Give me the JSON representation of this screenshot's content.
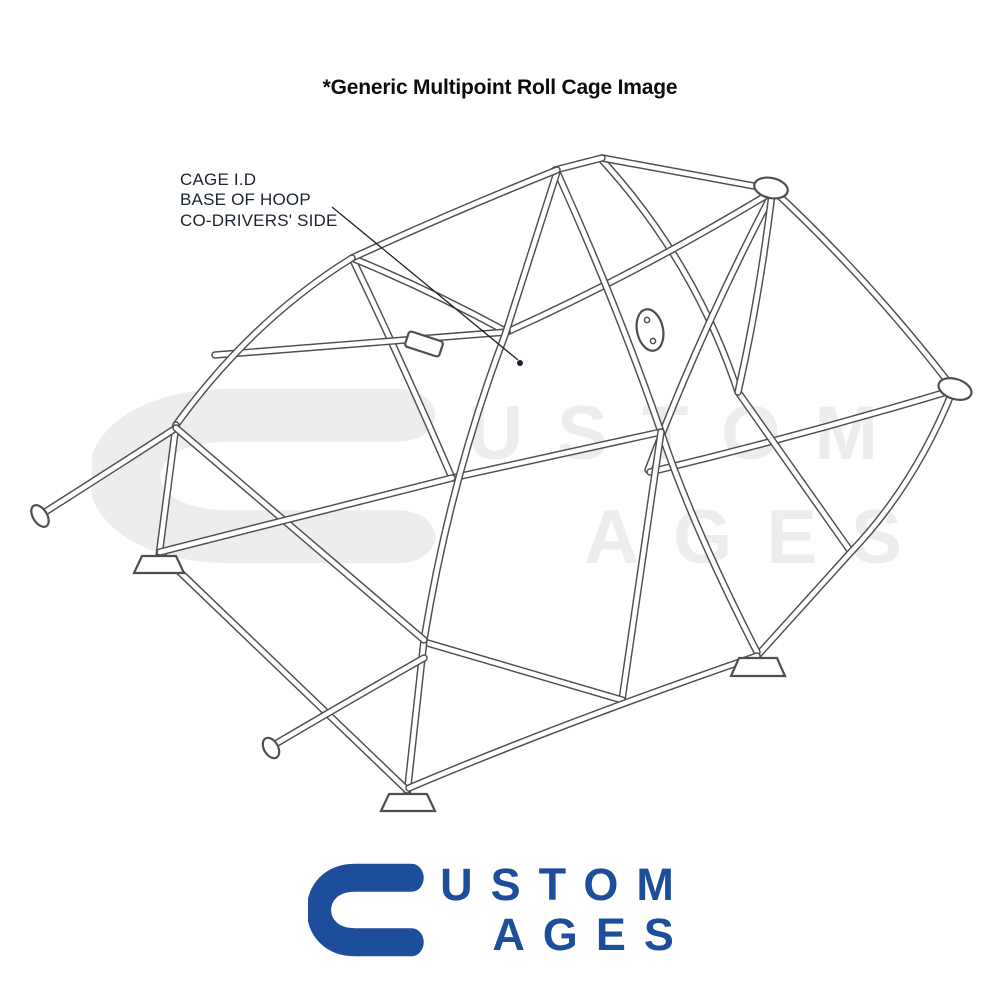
{
  "header": {
    "title": "*Generic Multipoint Roll Cage Image"
  },
  "annotation": {
    "lines": [
      "CAGE I.D",
      "BASE OF HOOP",
      "CO-DRIVERS' SIDE"
    ]
  },
  "watermark": {
    "letter_c": "C",
    "word_top": "USTOM",
    "word_bottom": "AGES",
    "color": "#ededed"
  },
  "logo": {
    "letter_c": "C",
    "word_top": "USTOM",
    "word_bottom": "AGES",
    "color": "#1d4e9c"
  },
  "drawing": {
    "description": "Generic multipoint roll cage isometric line drawing",
    "line_color": "#4f4f4f"
  }
}
